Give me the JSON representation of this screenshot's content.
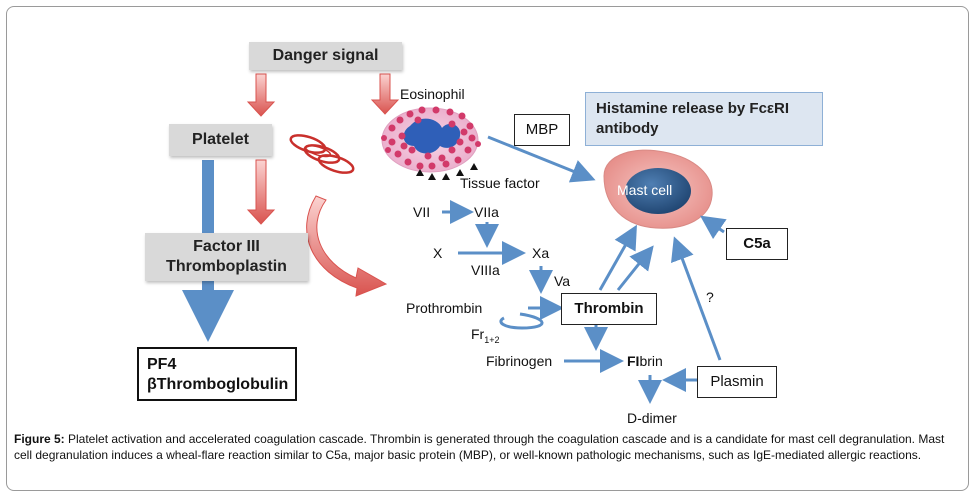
{
  "nodes": {
    "danger_signal": "Danger signal",
    "platelet": "Platelet",
    "factor_iii": "Factor III",
    "thromboplastin": "Thromboplastin",
    "pf4": "PF4",
    "beta_thromboglobulin": "βThromboglobulin",
    "eosinophil": "Eosinophil",
    "tissue_factor": "Tissue factor",
    "mbp": "MBP",
    "histamine_line1": "Histamine release by FcεRI",
    "histamine_line2": "antibody",
    "mast_cell": "Mast cell",
    "c5a": "C5a",
    "vii": "VII",
    "viia": "VIIa",
    "x": "X",
    "xa": "Xa",
    "viiia": "VIIIa",
    "va": "Va",
    "prothrombin": "Prothrombin",
    "thrombin": "Thrombin",
    "fr": "Fr",
    "fr_sub": "1+2",
    "fibrinogen": "Fibrinogen",
    "fibrin_bold": "FI",
    "fibrin_rest": "brin",
    "plasmin": "Plasmin",
    "d_dimer": "D-dimer",
    "question": "?"
  },
  "caption": {
    "label": "Figure 5:",
    "text": " Platelet activation and accelerated coagulation cascade. Thrombin is generated through the coagulation cascade and is a candidate for mast cell degranulation. Mast cell degranulation induces a wheal-flare reaction similar to C5a, major basic protein (MBP), or well-known pathologic mechanisms, such as IgE-mediated allergic reactions."
  },
  "colors": {
    "blue_arrow": "#5b8fc7",
    "red_arrow": "#d9534f",
    "grey_box": "#d9d9d9",
    "histamine_box": "#dde6f1",
    "mast_cell_fill": "#f3b3b0",
    "nucleus": "#2f5d8f"
  }
}
